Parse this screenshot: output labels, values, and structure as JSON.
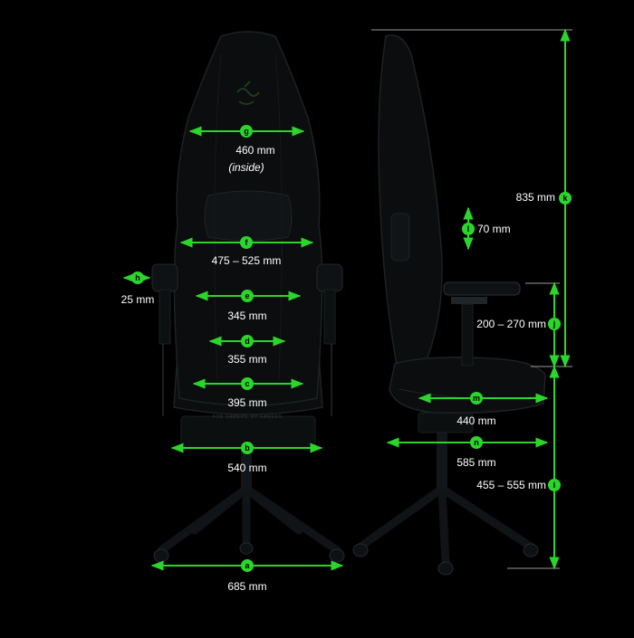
{
  "colors": {
    "background": "#000000",
    "accent": "#2bd62b",
    "chair": "#0b0d0e",
    "chair_edge": "#1c2224",
    "guide": "#9a9a9a"
  },
  "front_view": {
    "branding": "FOR GAMERS. BY GAMERS.",
    "dimensions": [
      {
        "id": "g",
        "letter": "g",
        "value": "460 mm",
        "note": "(inside)"
      },
      {
        "id": "f",
        "letter": "f",
        "value": "475 – 525 mm"
      },
      {
        "id": "h",
        "letter": "h",
        "value": "25 mm"
      },
      {
        "id": "e",
        "letter": "e",
        "value": "345 mm"
      },
      {
        "id": "d",
        "letter": "d",
        "value": "355 mm"
      },
      {
        "id": "c",
        "letter": "c",
        "value": "395 mm"
      },
      {
        "id": "b",
        "letter": "b",
        "value": "540 mm"
      },
      {
        "id": "a",
        "letter": "a",
        "value": "685 mm"
      }
    ]
  },
  "side_view": {
    "dimensions": [
      {
        "id": "k",
        "letter": "k",
        "value": "835 mm"
      },
      {
        "id": "l",
        "letter": "l",
        "value": "70 mm"
      },
      {
        "id": "j",
        "letter": "j",
        "value": "200 – 270 mm"
      },
      {
        "id": "m",
        "letter": "m",
        "value": "440 mm"
      },
      {
        "id": "n",
        "letter": "n",
        "value": "585 mm"
      },
      {
        "id": "i",
        "letter": "i",
        "value": "455 – 555 mm"
      }
    ]
  }
}
